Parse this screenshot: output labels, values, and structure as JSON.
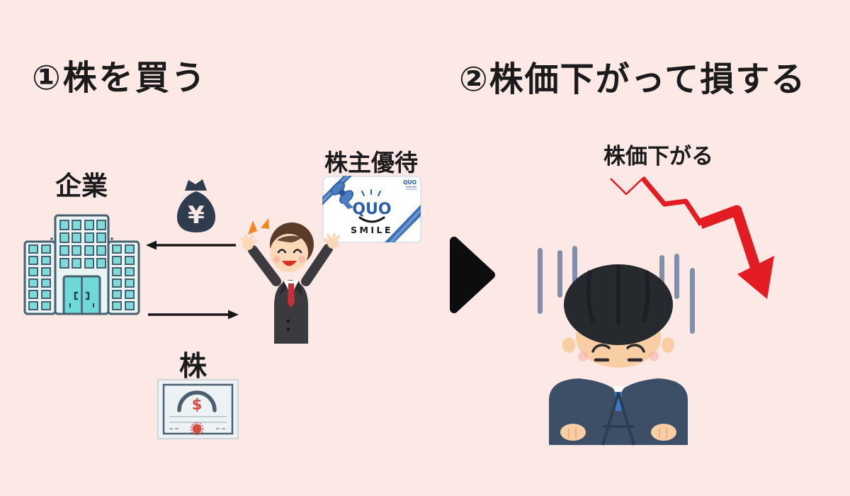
{
  "page": {
    "background": "#FCE8E4"
  },
  "step1": {
    "title": "①株を買う",
    "company_label": "企業",
    "yen_symbol": "¥",
    "benefit_label": "株主優待",
    "stock_label": "株",
    "dollar_symbol": "$",
    "card": {
      "brand": "QUO",
      "brand_small": "QUO",
      "subtext": "SMILE"
    }
  },
  "step2": {
    "title": "②株価下がって損する",
    "price_label": "株価下がる"
  },
  "icons": {
    "company_building": "office-building",
    "money_bag": "money-bag-with-yen",
    "money_arrow": "arrow-left-to-company",
    "stock_arrow": "arrow-right-to-investor",
    "quo_card": "quo-gift-card",
    "stock_certificate": "stock-certificate-with-dollar-seal",
    "transition": "big-black-right-triangle",
    "decline": "red-zigzag-down-arrow",
    "gloom": "blue-vertical-gloom-lines"
  },
  "colors": {
    "background": "#FCE8E4",
    "text": "#1B1B1B",
    "arrow_black": "#161616",
    "decline_red": "#E31B23",
    "money_bag": "#2E3C4D",
    "building_outline": "#46606E",
    "building_fill": "#EAF3F6",
    "window_teal": "#7FDBDB",
    "door_teal": "#6FD8D8",
    "suit_gray": "#3B3B3F",
    "suit_navy": "#3D4F66",
    "tie_red": "#C43038",
    "tie_blue": "#3E78C8",
    "gloom_bar": "#8090AB",
    "skin": "#FBD9B8",
    "skin_bow": "#F9CEA5",
    "hair_brown": "#5A3A28",
    "hair_dark": "#26292E",
    "card_blue": "#2B5FAC",
    "ribbon_blue": "#3E6FB5",
    "certificate_red": "#D84B3E",
    "spark_orange": "#F5871F",
    "triangle_black": "#0D0D0F"
  }
}
